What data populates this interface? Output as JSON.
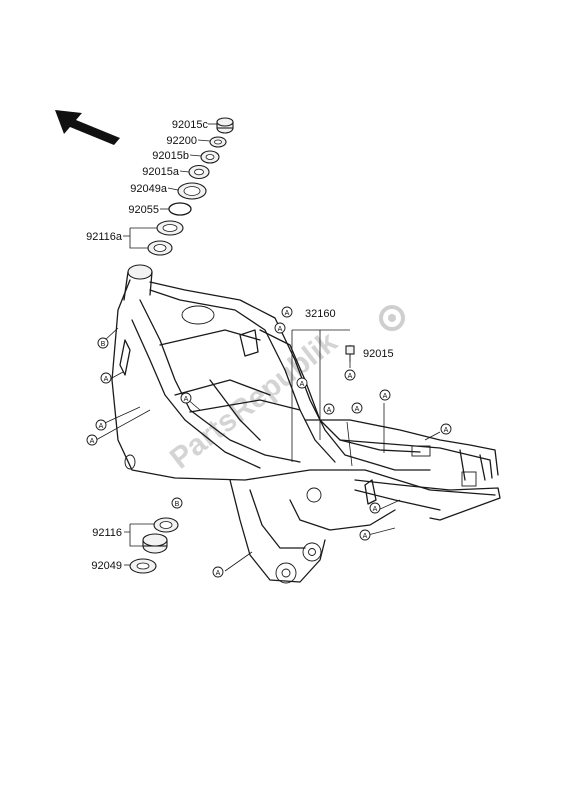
{
  "watermark": {
    "text": "PartsRepublik"
  },
  "labels": {
    "p92015c": "92015c",
    "p92200": "92200",
    "p92015b": "92015b",
    "p92015a": "92015a",
    "p92049a": "92049a",
    "p92055": "92055",
    "p92116a": "92116a",
    "p32160": "32160",
    "p92015": "92015",
    "p92116": "92116",
    "p92049": "92049"
  },
  "marker_letters": {
    "a": "A",
    "b": "B"
  },
  "colors": {
    "ink": "#1a1a1a",
    "watermark": "#d4d4d4",
    "background": "#ffffff"
  },
  "icons": {
    "direction": "front-arrow-icon",
    "logo": "gear-logo-icon"
  }
}
